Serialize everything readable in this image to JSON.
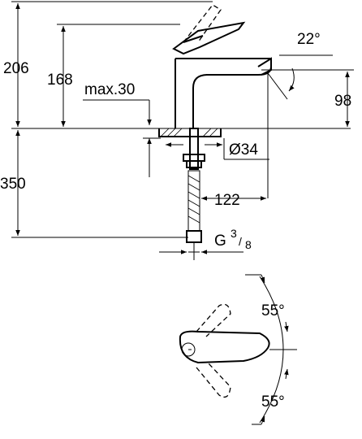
{
  "dimensions": {
    "total_height": "206",
    "spout_height": "168",
    "max_deck": "max.30",
    "angle_lever": "22°",
    "outlet_height": "98",
    "hole_diameter": "Ø34",
    "hose_length": "350",
    "projection": "122",
    "thread_main": "G",
    "thread_num": "3",
    "thread_den": "8",
    "rotation_up": "55°",
    "rotation_down": "55°"
  }
}
